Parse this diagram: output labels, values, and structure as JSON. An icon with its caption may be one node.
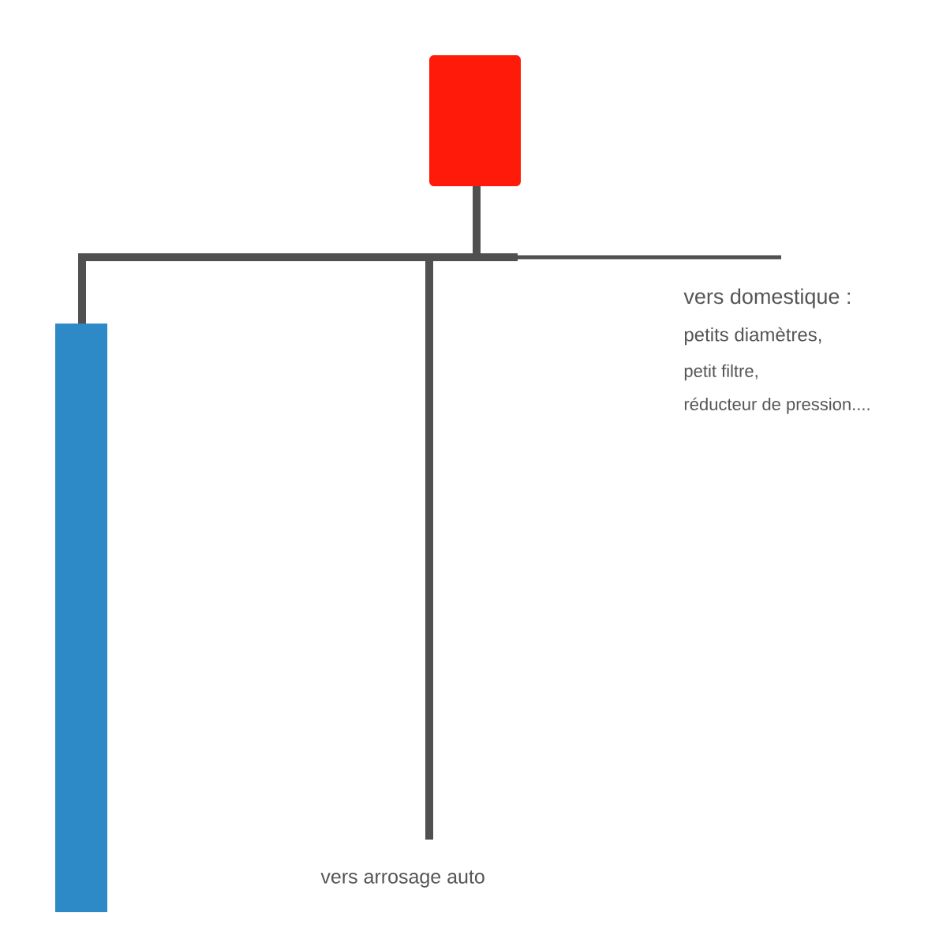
{
  "diagram": {
    "labels": [
      "vers domestique :",
      "petits diamètres,",
      "petit filtre,",
      "réducteur de pression....",
      "vers arrosage auto"
    ]
  }
}
